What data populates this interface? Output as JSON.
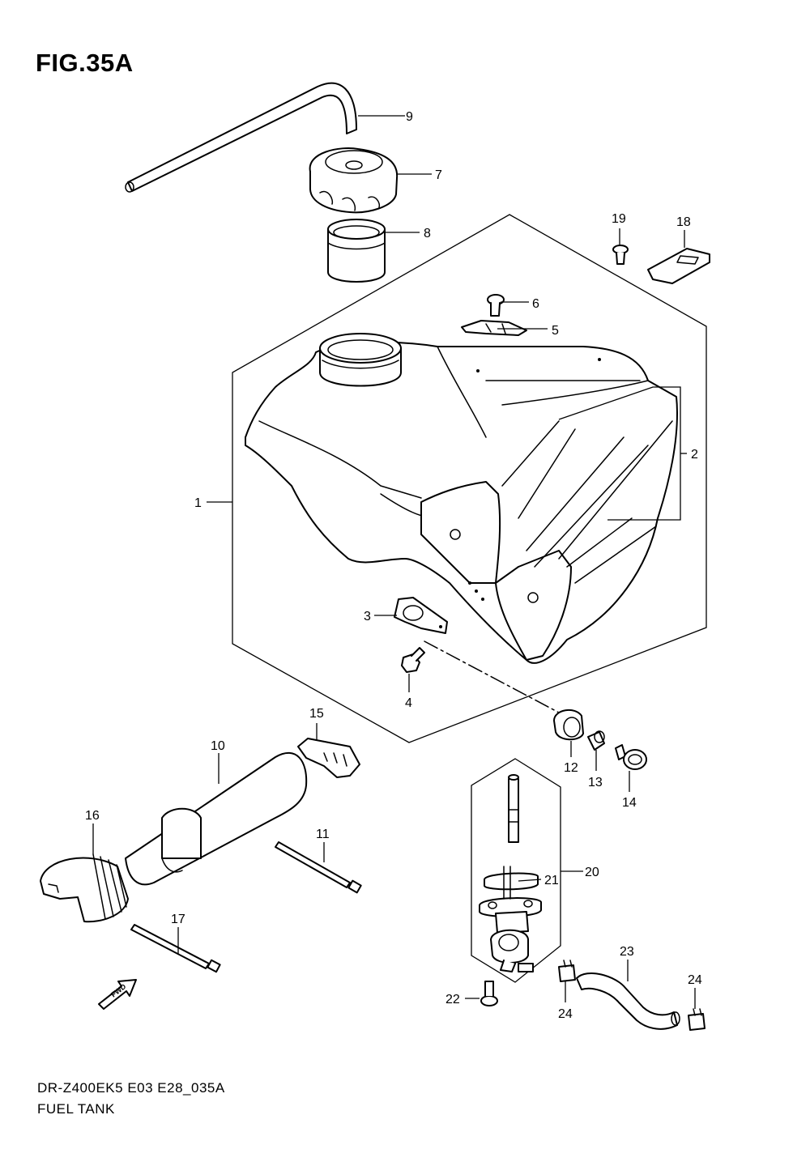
{
  "figure": {
    "title": "FIG.35A",
    "model_code": "DR-Z400EK5 E03 E28_035A",
    "name": "FUEL TANK",
    "fwd_label": "FWD"
  },
  "callouts": {
    "c1": "1",
    "c2": "2",
    "c3": "3",
    "c4": "4",
    "c5": "5",
    "c6": "6",
    "c7": "7",
    "c8": "8",
    "c9": "9",
    "c10": "10",
    "c11": "11",
    "c12": "12",
    "c13": "13",
    "c14": "14",
    "c15": "15",
    "c16": "16",
    "c17": "17",
    "c18": "18",
    "c19": "19",
    "c20": "20",
    "c21": "21",
    "c22": "22",
    "c23": "23",
    "c24a": "24",
    "c24b": "24"
  }
}
